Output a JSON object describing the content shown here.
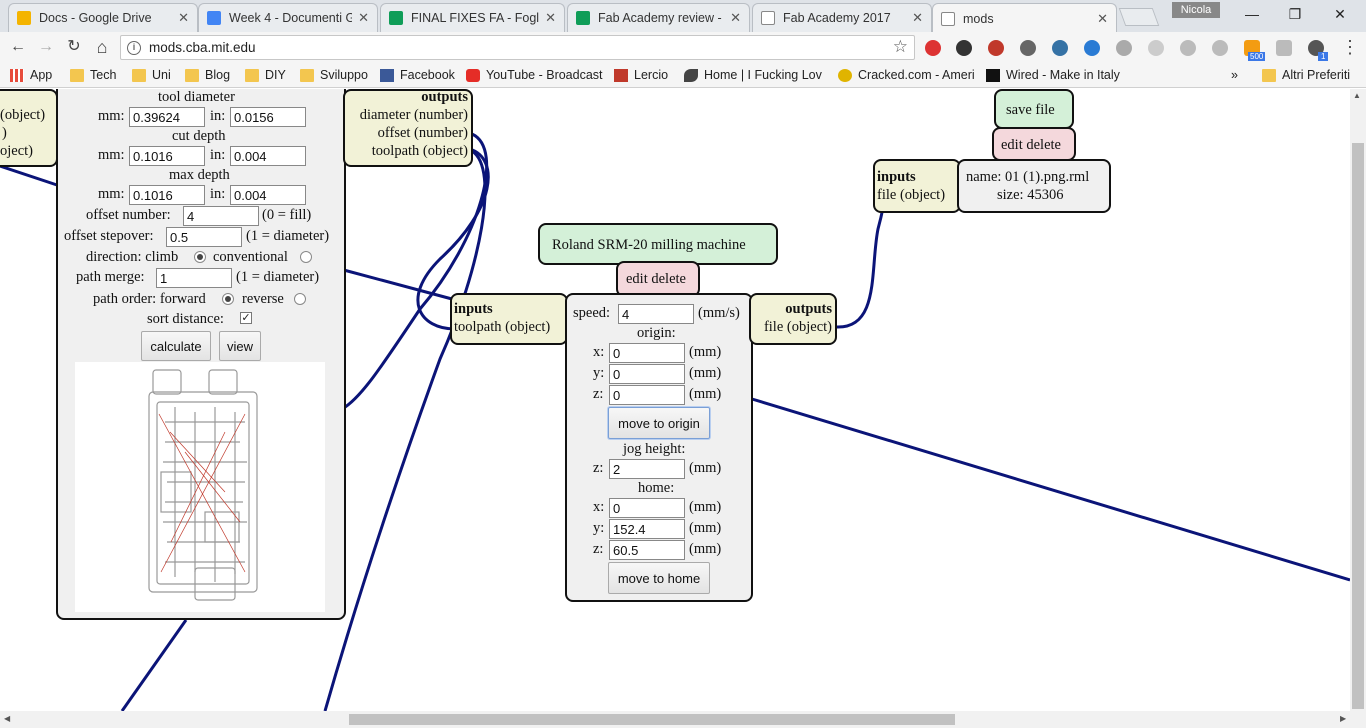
{
  "tabs": [
    {
      "title": "Docs - Google Drive",
      "color": "#f4b400"
    },
    {
      "title": "Week 4 - Documenti G",
      "color": "#4285f4"
    },
    {
      "title": "FINAL FIXES FA - Fogli",
      "color": "#0f9d58"
    },
    {
      "title": "Fab Academy review - F",
      "color": "#0f9d58"
    },
    {
      "title": "Fab Academy 2017",
      "color": "#9e9e9e"
    },
    {
      "title": "mods",
      "color": "#9e9e9e"
    }
  ],
  "window": {
    "user": "Nicola",
    "minimize": "—",
    "maximize": "❐",
    "close": "✕"
  },
  "toolbar": {
    "url": "mods.cba.mit.edu",
    "info": "i",
    "star": "☆",
    "back": "←",
    "forward": "→",
    "reload": "↻",
    "home": "⌂",
    "menu": "⋮",
    "rss_badge": "500",
    "acct_badge": "1"
  },
  "bookmarks": [
    {
      "label": "App"
    },
    {
      "label": "Tech"
    },
    {
      "label": "Uni"
    },
    {
      "label": "Blog"
    },
    {
      "label": "DIY"
    },
    {
      "label": "Sviluppo"
    },
    {
      "label": "Facebook"
    },
    {
      "label": "YouTube - Broadcast"
    },
    {
      "label": "Lercio"
    },
    {
      "label": "Home | I Fucking Lov"
    },
    {
      "label": "Cracked.com - Ameri"
    },
    {
      "label": "Wired - Make in Italy"
    },
    {
      "label": "»"
    },
    {
      "label": "Altri Preferiti"
    }
  ],
  "left_fragment": {
    "line1": "(object)",
    "line2": ")",
    "line3": "oject)"
  },
  "mill_raster": {
    "tool_diameter": "tool diameter",
    "mm": "mm:",
    "in": "in:",
    "tool_mm": "0.39624",
    "tool_in": "0.0156",
    "cut_depth": "cut depth",
    "cut_mm": "0.1016",
    "cut_in": "0.004",
    "max_depth": "max depth",
    "max_mm": "0.1016",
    "max_in": "0.004",
    "offset_number_label": "offset number:",
    "offset_number": "4",
    "offset_number_hint": "(0 = fill)",
    "offset_stepover_label": "offset stepover:",
    "offset_stepover": "0.5",
    "offset_stepover_hint": "(1 = diameter)",
    "direction_label": "direction: climb",
    "direction_alt": "conventional",
    "path_merge_label": "path merge:",
    "path_merge": "1",
    "path_merge_hint": "(1 = diameter)",
    "path_order_label": "path order: forward",
    "path_order_alt": "reverse",
    "sort_distance_label": "sort distance:",
    "check_mark": "✓",
    "calculate": "calculate",
    "view": "view"
  },
  "raster_outputs": {
    "title": "outputs",
    "o1": "diameter (number)",
    "o2": "offset (number)",
    "o3": "toolpath (object)"
  },
  "roland": {
    "title": "Roland SRM-20 milling machine",
    "edit_delete": "edit delete",
    "inputs_title": "inputs",
    "inputs_item": "toolpath (object)",
    "outputs_title": "outputs",
    "outputs_item": "file (object)",
    "speed_label": "speed:",
    "speed": "4",
    "speed_unit": "(mm/s)",
    "origin_label": "origin:",
    "x": "x:",
    "y": "y:",
    "z": "z:",
    "unit": "(mm)",
    "origin_x": "0",
    "origin_y": "0",
    "origin_z": "0",
    "move_to_origin": "move to origin",
    "jog_label": "jog height:",
    "jog_z": "2",
    "home_label": "home:",
    "home_x": "0",
    "home_y": "152.4",
    "home_z": "60.5",
    "move_to_home": "move to home"
  },
  "save_file": {
    "title": "save file",
    "edit_delete": "edit delete",
    "inputs_title": "inputs",
    "inputs_item": "file (object)",
    "name_line": "name: 01 (1).png.rml",
    "size_line": "size: 45306"
  },
  "colors": {
    "wire": "#0b1478",
    "module_yellow": "#f2f2d7",
    "module_green": "#d4f0d8",
    "module_pink": "#f4d8dc"
  }
}
